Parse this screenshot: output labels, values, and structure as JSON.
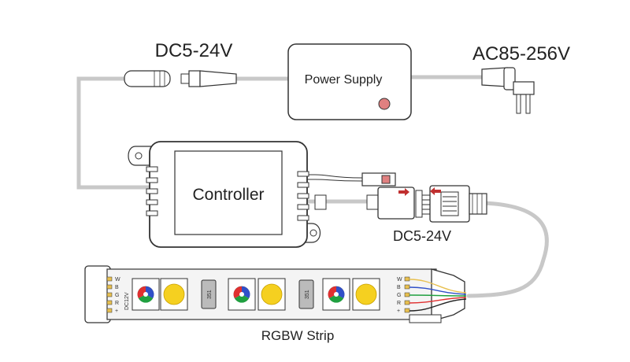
{
  "labels": {
    "dc_input": "DC5-24V",
    "ac_input": "AC85-256V",
    "power_supply": "Power Supply",
    "controller": "Controller",
    "dc_output": "DC5-24V",
    "strip": "RGBW Strip",
    "strip_voltage": "DC12V",
    "chip_code": "351"
  },
  "strip_pins_left": [
    "W",
    "B",
    "G",
    "R",
    "+"
  ],
  "strip_pins_right": [
    "W",
    "B",
    "G",
    "R",
    "+"
  ],
  "wire_colors": {
    "white": "#e8c050",
    "blue": "#3050c8",
    "green": "#20a040",
    "red": "#e03030",
    "black": "#222222"
  },
  "colors": {
    "cable": "#c8c8c8",
    "outline": "#333333",
    "led_yellow": "#f5d020",
    "indicator": "#e08080",
    "arrow": "#c03030"
  }
}
